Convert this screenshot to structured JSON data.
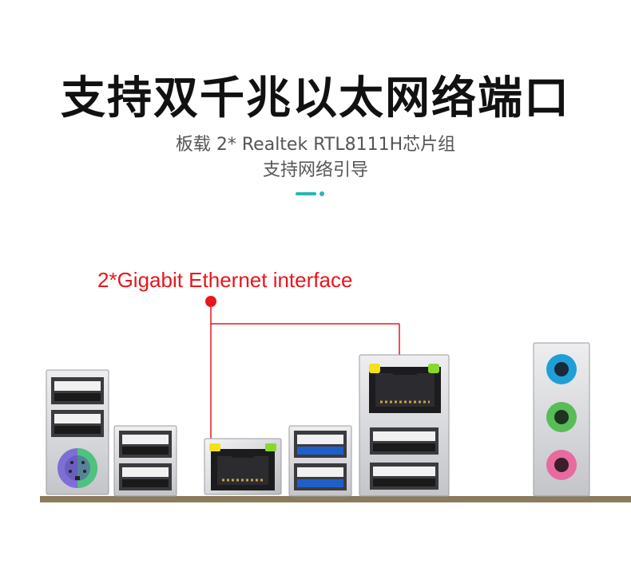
{
  "headline": "支持双千兆以太网络端口",
  "subtitle_line1": "板载 2* Realtek  RTL8111H芯片组",
  "subtitle_line2": "支持网络引导",
  "callout_label": "2*Gigabit Ethernet interface",
  "colors": {
    "accent_teal": "#29b7b3",
    "callout_red": "#e8161b",
    "usb3_blue": "#1f5fc9",
    "ps2_purple": "#7d6fd6",
    "ps2_green": "#4fc27f",
    "audio_blue": "#1f9fd8",
    "audio_green": "#58bc57",
    "audio_pink": "#e86a9f",
    "led_yellow": "#f3e21a",
    "led_green": "#86d92a",
    "pcb_brown": "#8a7b5c"
  },
  "icons": {
    "decorative_separator": "teal-dash-and-dot",
    "callout_marker": "red-dot"
  }
}
